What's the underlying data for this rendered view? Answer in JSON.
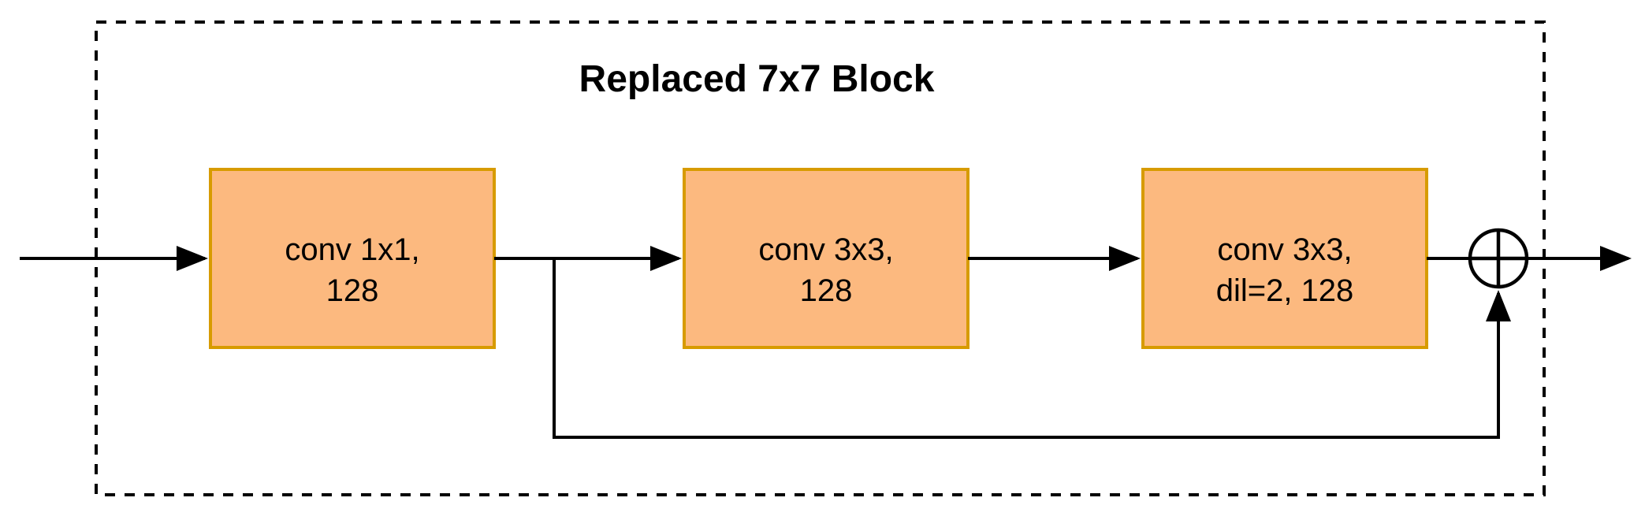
{
  "diagram": {
    "title": "Replaced 7x7 Block"
  },
  "nodes": [
    {
      "id": "conv1",
      "line1": "conv 1x1,",
      "line2": "128"
    },
    {
      "id": "conv2",
      "line1": "conv 3x3,",
      "line2": "128"
    },
    {
      "id": "conv3",
      "line1": "conv 3x3,",
      "line2": "dil=2, 128"
    }
  ],
  "operator": {
    "symbol": "⊕",
    "name": "elementwise-add"
  },
  "colors": {
    "node_fill": "#FCB97F",
    "node_border": "#D79B00",
    "line": "#000000",
    "background": "#FFFFFF"
  }
}
